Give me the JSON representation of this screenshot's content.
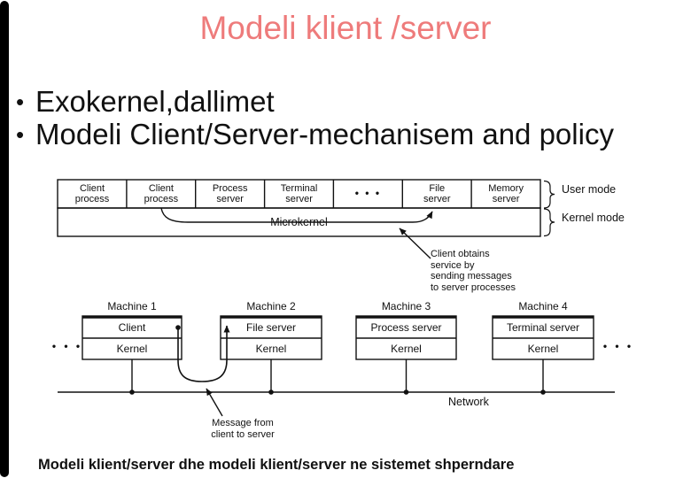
{
  "slide": {
    "title": "Modeli klient /server",
    "bullet_glyph": "•",
    "bullets": [
      "Exokernel,dallimet",
      "Modeli Client/Server-mechanisem and policy"
    ],
    "caption": "Modeli klient/server dhe modeli klient/server ne sistemet shperndare"
  },
  "colors": {
    "title_accent": "#ee7b7b",
    "ink": "#111111",
    "background": "#ffffff",
    "edge_bar": "#000000"
  },
  "microkernel_diagram": {
    "cells": [
      "Client\nprocess",
      "Client\nprocess",
      "Process\nserver",
      "Terminal\nserver",
      "• • •",
      "File\nserver",
      "Memory\nserver"
    ],
    "kernel_box_label": "Microkernel",
    "user_mode_label": "User mode",
    "kernel_mode_label": "Kernel mode",
    "annotation": "Client obtains\nservice by\nsending messages\nto server processes"
  },
  "network_diagram": {
    "machines": [
      {
        "name": "Machine 1",
        "process": "Client",
        "kernel": "Kernel"
      },
      {
        "name": "Machine 2",
        "process": "File server",
        "kernel": "Kernel"
      },
      {
        "name": "Machine 3",
        "process": "Process server",
        "kernel": "Kernel"
      },
      {
        "name": "Machine 4",
        "process": "Terminal server",
        "kernel": "Kernel"
      }
    ],
    "ellipsis": "• • •",
    "network_label": "Network",
    "annotation": "Message from\nclient to server"
  }
}
